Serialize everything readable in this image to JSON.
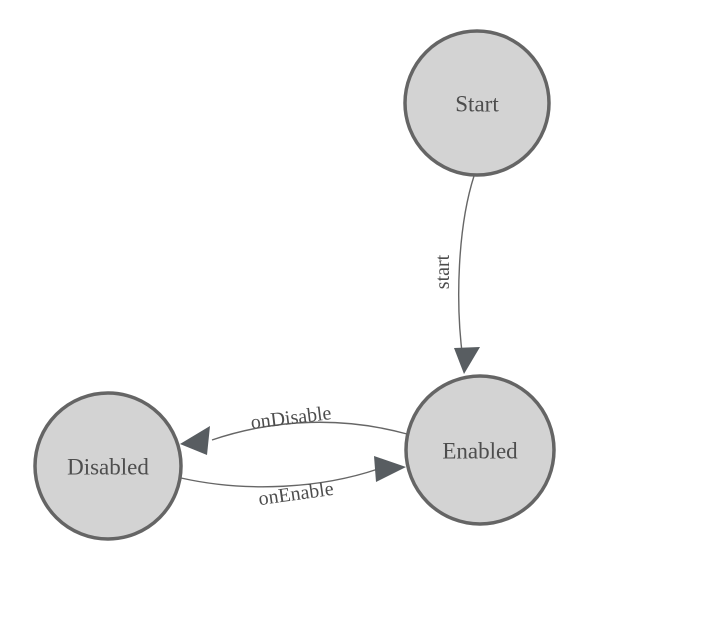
{
  "diagram": {
    "type": "state-machine",
    "nodes": [
      {
        "label": "Start"
      },
      {
        "label": "Enabled"
      },
      {
        "label": "Disabled"
      }
    ],
    "edges": [
      {
        "from": "Start",
        "to": "Enabled",
        "label": "start"
      },
      {
        "from": "Enabled",
        "to": "Disabled",
        "label": "onDisable"
      },
      {
        "from": "Disabled",
        "to": "Enabled",
        "label": "onEnable"
      }
    ],
    "colors": {
      "background": "#ffffff",
      "node_fill": "#d3d3d3",
      "node_stroke": "#656565",
      "edge_stroke": "#666666",
      "arrow_fill": "#585d61",
      "label_text": "#4d4d4d"
    }
  }
}
